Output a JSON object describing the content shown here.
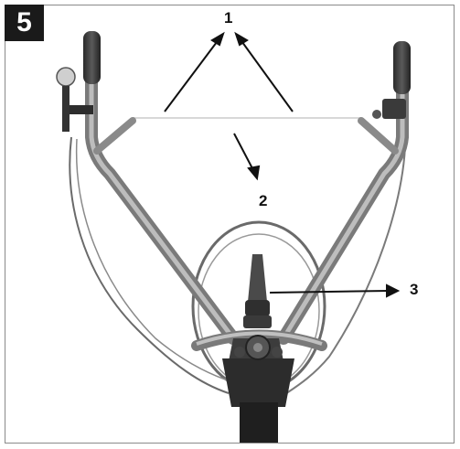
{
  "figure": {
    "number": "5",
    "callouts": [
      {
        "label": "1",
        "id": "callout-1"
      },
      {
        "label": "2",
        "id": "callout-2"
      },
      {
        "label": "3",
        "id": "callout-3"
      }
    ]
  },
  "colors": {
    "badge_bg": "#1a1a1a",
    "ink": "#111111",
    "tube": "#9a9a9a",
    "grip": "#3a3a3a",
    "cable": "#6a6a6a"
  }
}
